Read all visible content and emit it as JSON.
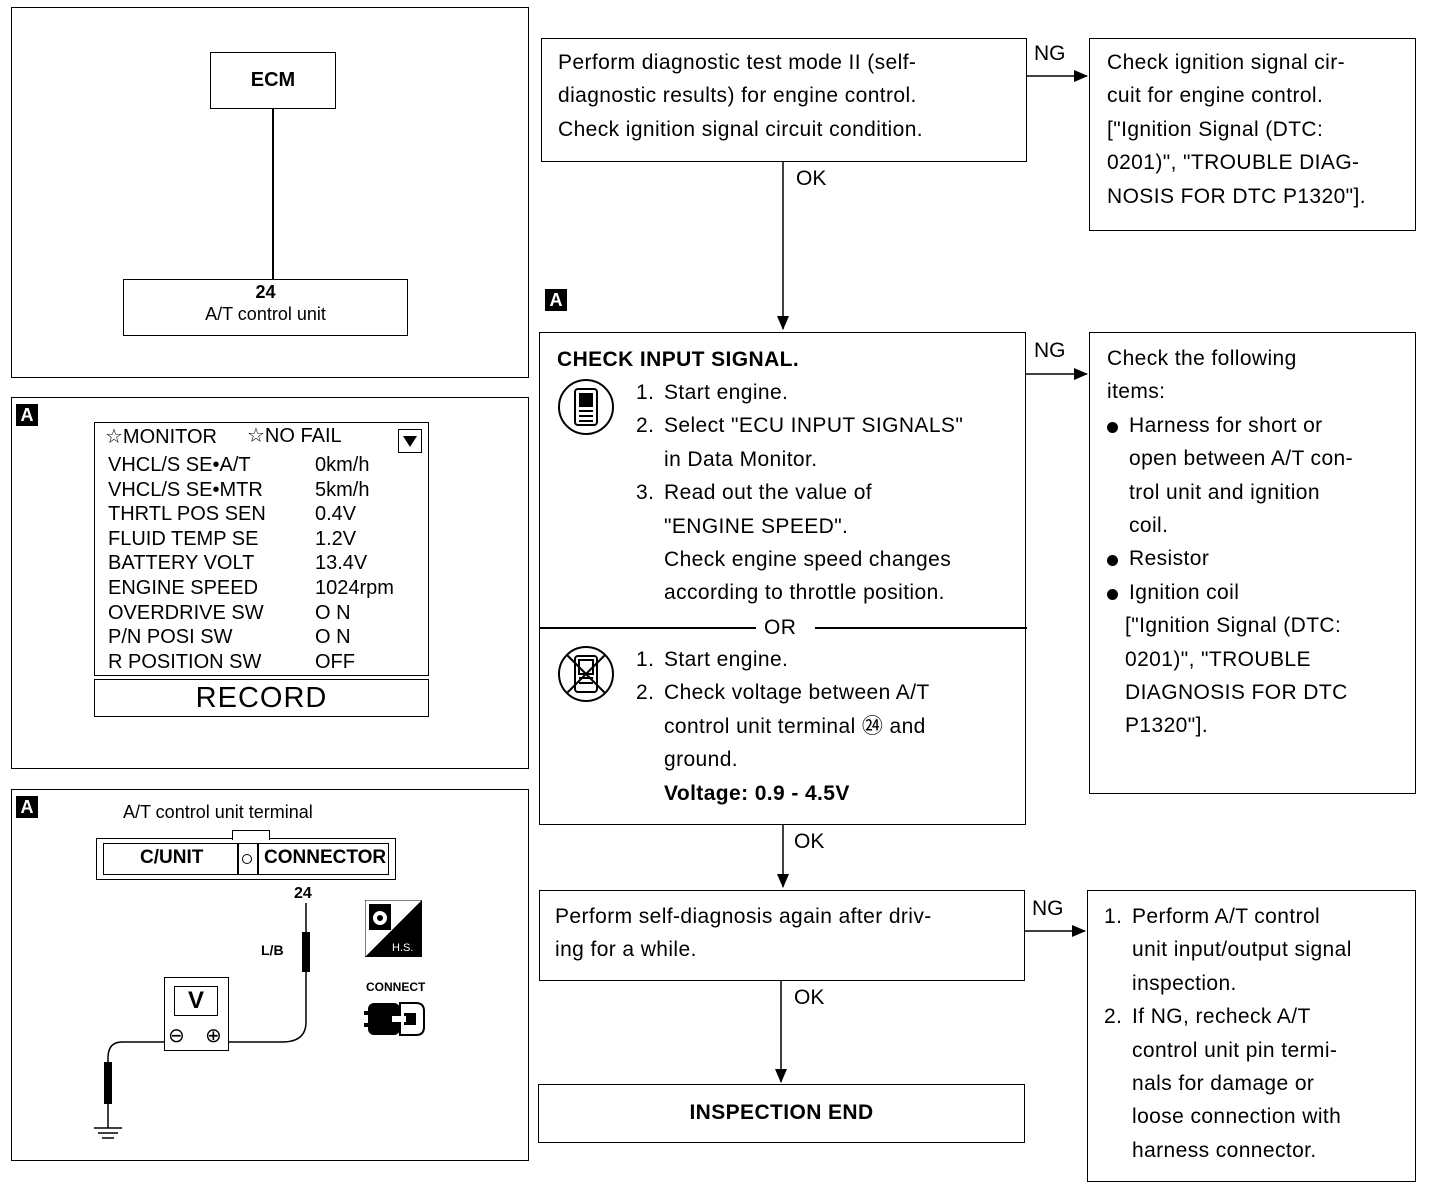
{
  "wiring": {
    "ecm_label": "ECM",
    "pin": "24",
    "unit_label": "A/T control unit"
  },
  "tag": "A",
  "monitor": {
    "header_left": "☆MONITOR",
    "header_right": "☆NO FAIL",
    "rows": [
      {
        "label": "VHCL/S SE•A/T",
        "value": "0km/h"
      },
      {
        "label": "VHCL/S SE•MTR",
        "value": "5km/h"
      },
      {
        "label": "THRTL POS SEN",
        "value": "0.4V"
      },
      {
        "label": "FLUID TEMP SE",
        "value": "1.2V"
      },
      {
        "label": "BATTERY VOLT",
        "value": "13.4V"
      },
      {
        "label": "ENGINE SPEED",
        "value": "1024rpm"
      },
      {
        "label": "OVERDRIVE SW",
        "value": "O N"
      },
      {
        "label": "P/N POSI SW",
        "value": "O N"
      },
      {
        "label": "R POSITION SW",
        "value": "OFF"
      }
    ],
    "record_button": "RECORD"
  },
  "terminal": {
    "title": "A/T control unit terminal",
    "cunit": "C/UNIT",
    "connector": "CONNECTOR",
    "pin": "24",
    "wire": "L/B",
    "meter": "V",
    "minus": "⊖",
    "plus": "⊕",
    "hs": "H.S.",
    "connect": "CONNECT"
  },
  "flow": {
    "step1": [
      "Perform diagnostic test mode II (self-",
      "diagnostic results) for engine control.",
      "Check ignition signal circuit condition."
    ],
    "ng1": [
      "Check ignition signal cir-",
      "cuit for engine control.",
      "[\"Ignition Signal (DTC:",
      "0201)\", \"TROUBLE DIAG-",
      "NOSIS FOR DTC P1320\"]."
    ],
    "label_ng": "NG",
    "label_ok": "OK",
    "check_title": "CHECK INPUT SIGNAL.",
    "check_steps_a": [
      {
        "n": "1.",
        "lines": [
          "Start engine."
        ]
      },
      {
        "n": "2.",
        "lines": [
          "Select \"ECU INPUT SIGNALS\"",
          "in Data Monitor."
        ]
      },
      {
        "n": "3.",
        "lines": [
          "Read out the value of",
          "\"ENGINE SPEED\".",
          "Check engine speed changes",
          "according to throttle position."
        ]
      }
    ],
    "or": "OR",
    "check_steps_b": [
      {
        "n": "1.",
        "lines": [
          "Start engine."
        ]
      },
      {
        "n": "2.",
        "lines": [
          "Check voltage between A/T",
          "control unit terminal ㉔ and",
          "ground."
        ]
      }
    ],
    "voltage": "Voltage: 0.9 - 4.5V",
    "ng2_title": [
      "Check the following",
      "items:"
    ],
    "ng2_items": [
      [
        "Harness for short or",
        "open between A/T con-",
        "trol unit and ignition",
        "coil."
      ],
      [
        "Resistor"
      ],
      [
        "Ignition coil"
      ]
    ],
    "ng2_tail": [
      "[\"Ignition Signal (DTC:",
      "0201)\", \"TROUBLE",
      "DIAGNOSIS FOR DTC",
      "P1320\"]."
    ],
    "step3": [
      "Perform self-diagnosis again after driv-",
      "ing for a while."
    ],
    "ng3": [
      {
        "n": "1.",
        "lines": [
          "Perform A/T control",
          "unit input/output signal",
          "inspection."
        ]
      },
      {
        "n": "2.",
        "lines": [
          "If NG, recheck A/T",
          "control unit pin termi-",
          "nals for damage or",
          "loose connection with",
          "harness connector."
        ]
      }
    ],
    "end": "INSPECTION END"
  }
}
